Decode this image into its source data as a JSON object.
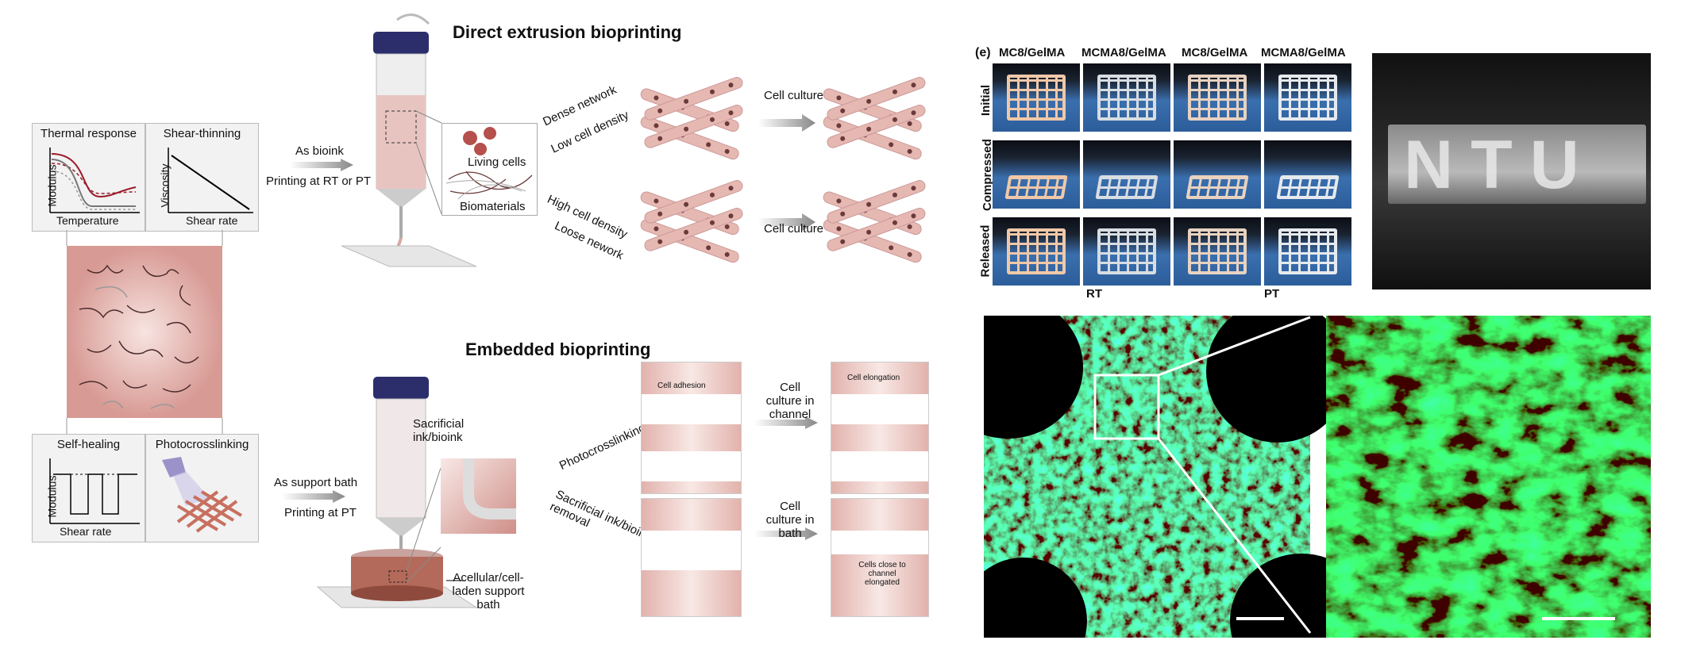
{
  "left_panel": {
    "thermal": {
      "title": "Thermal response",
      "xlabel": "Temperature",
      "ylabel": "Modulus"
    },
    "shear": {
      "title": "Shear-thinning",
      "xlabel": "Shear rate",
      "ylabel": "Viscosity"
    },
    "healing": {
      "title": "Self-healing",
      "xlabel": "Shear rate",
      "ylabel": "Modulus"
    },
    "photo": {
      "title": "Photocrosslinking"
    }
  },
  "direct": {
    "title": "Direct extrusion bioprinting",
    "arrow_top": "As bioink",
    "arrow_bottom": "Printing at RT or PT",
    "cells_label": "Living cells",
    "bio_label": "Biomaterials",
    "branch1_a": "Dense network",
    "branch1_b": "Low cell density",
    "branch2_a": "High cell density",
    "branch2_b": "Loose nework",
    "culture1": "Cell culture",
    "culture2": "Cell culture"
  },
  "embedded": {
    "title": "Embedded bioprinting",
    "arrow_top": "As support bath",
    "arrow_bottom": "Printing at PT",
    "sacrificial": "Sacrificial ink/bioink",
    "bath": "Acellular/cell-laden support bath",
    "branch1": "Photocrosslinking",
    "branch2": "Sacrificial ink/bioink removal",
    "culture_channel": "Cell culture in channel",
    "culture_bath": "Cell culture in bath",
    "cell_adhesion": "Cell adhesion",
    "cell_elongation": "Cell elongation",
    "cells_close": "Cells close to channel elongated"
  },
  "panel_e": {
    "label": "(e)",
    "columns": [
      "MC8/GelMA",
      "MCMA8/GelMA",
      "MC8/GelMA",
      "MCMA8/GelMA"
    ],
    "rows": [
      "Initial",
      "Compressed",
      "Released"
    ],
    "groups": [
      "RT",
      "PT"
    ],
    "ntu_text": "NTU"
  },
  "colors": {
    "pink": "#d9a09a",
    "fiber": "#6b3a3a",
    "green": "#22c41e",
    "blue": "#2a5fb0"
  }
}
